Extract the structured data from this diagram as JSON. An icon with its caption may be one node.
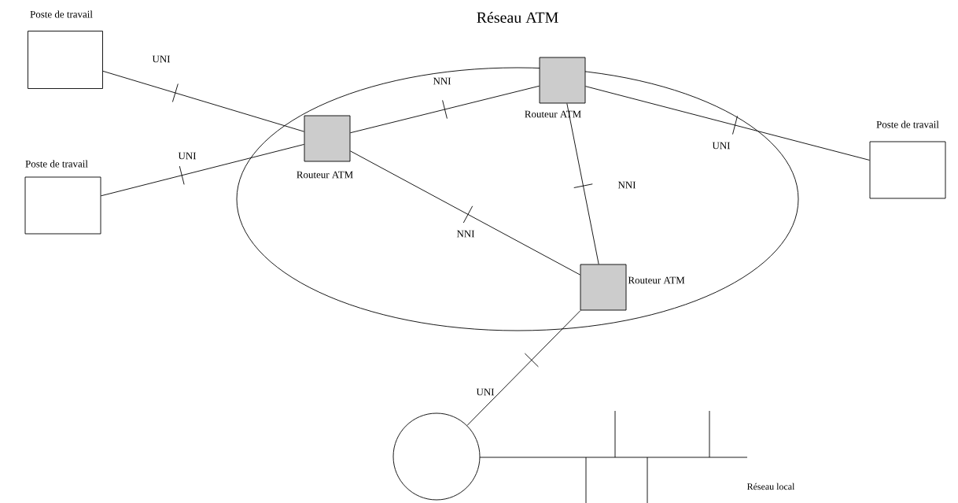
{
  "diagram": {
    "nodes": [
      {
        "text": [
          "Réseau ATM"
        ]
      },
      {
        "text": [
          "Poste de travail"
        ]
      },
      {
        "text": [
          "Poste de travail"
        ]
      },
      {
        "text": [
          "Routeur ATM"
        ],
        "in": 0
      },
      {
        "text": [
          "Routeur ATM"
        ],
        "in": 0
      },
      {
        "text": [
          "Routeur ATM"
        ],
        "in": 0
      },
      {
        "text": [
          "Poste de travail"
        ]
      },
      {
        "text": [],
        "shape": "circle"
      }
    ],
    "edges": [
      {
        "from": 1,
        "to": 3,
        "arrow": "none",
        "label": "UNI"
      },
      {
        "from": 2,
        "to": 3,
        "arrow": "none",
        "label": "UNI"
      },
      {
        "from": 3,
        "to": 4,
        "arrow": "none",
        "label": "NNI"
      },
      {
        "from": 3,
        "to": 5,
        "arrow": "none",
        "label": "NNI"
      },
      {
        "from": 4,
        "to": 5,
        "arrow": "none",
        "label": "NNI"
      },
      {
        "from": 4,
        "to": 6,
        "arrow": "none",
        "label": "UNI"
      },
      {
        "from": 5,
        "to": 7,
        "arrow": "none",
        "label": "UNI"
      }
    ],
    "labels": [
      "Réseau local"
    ]
  }
}
